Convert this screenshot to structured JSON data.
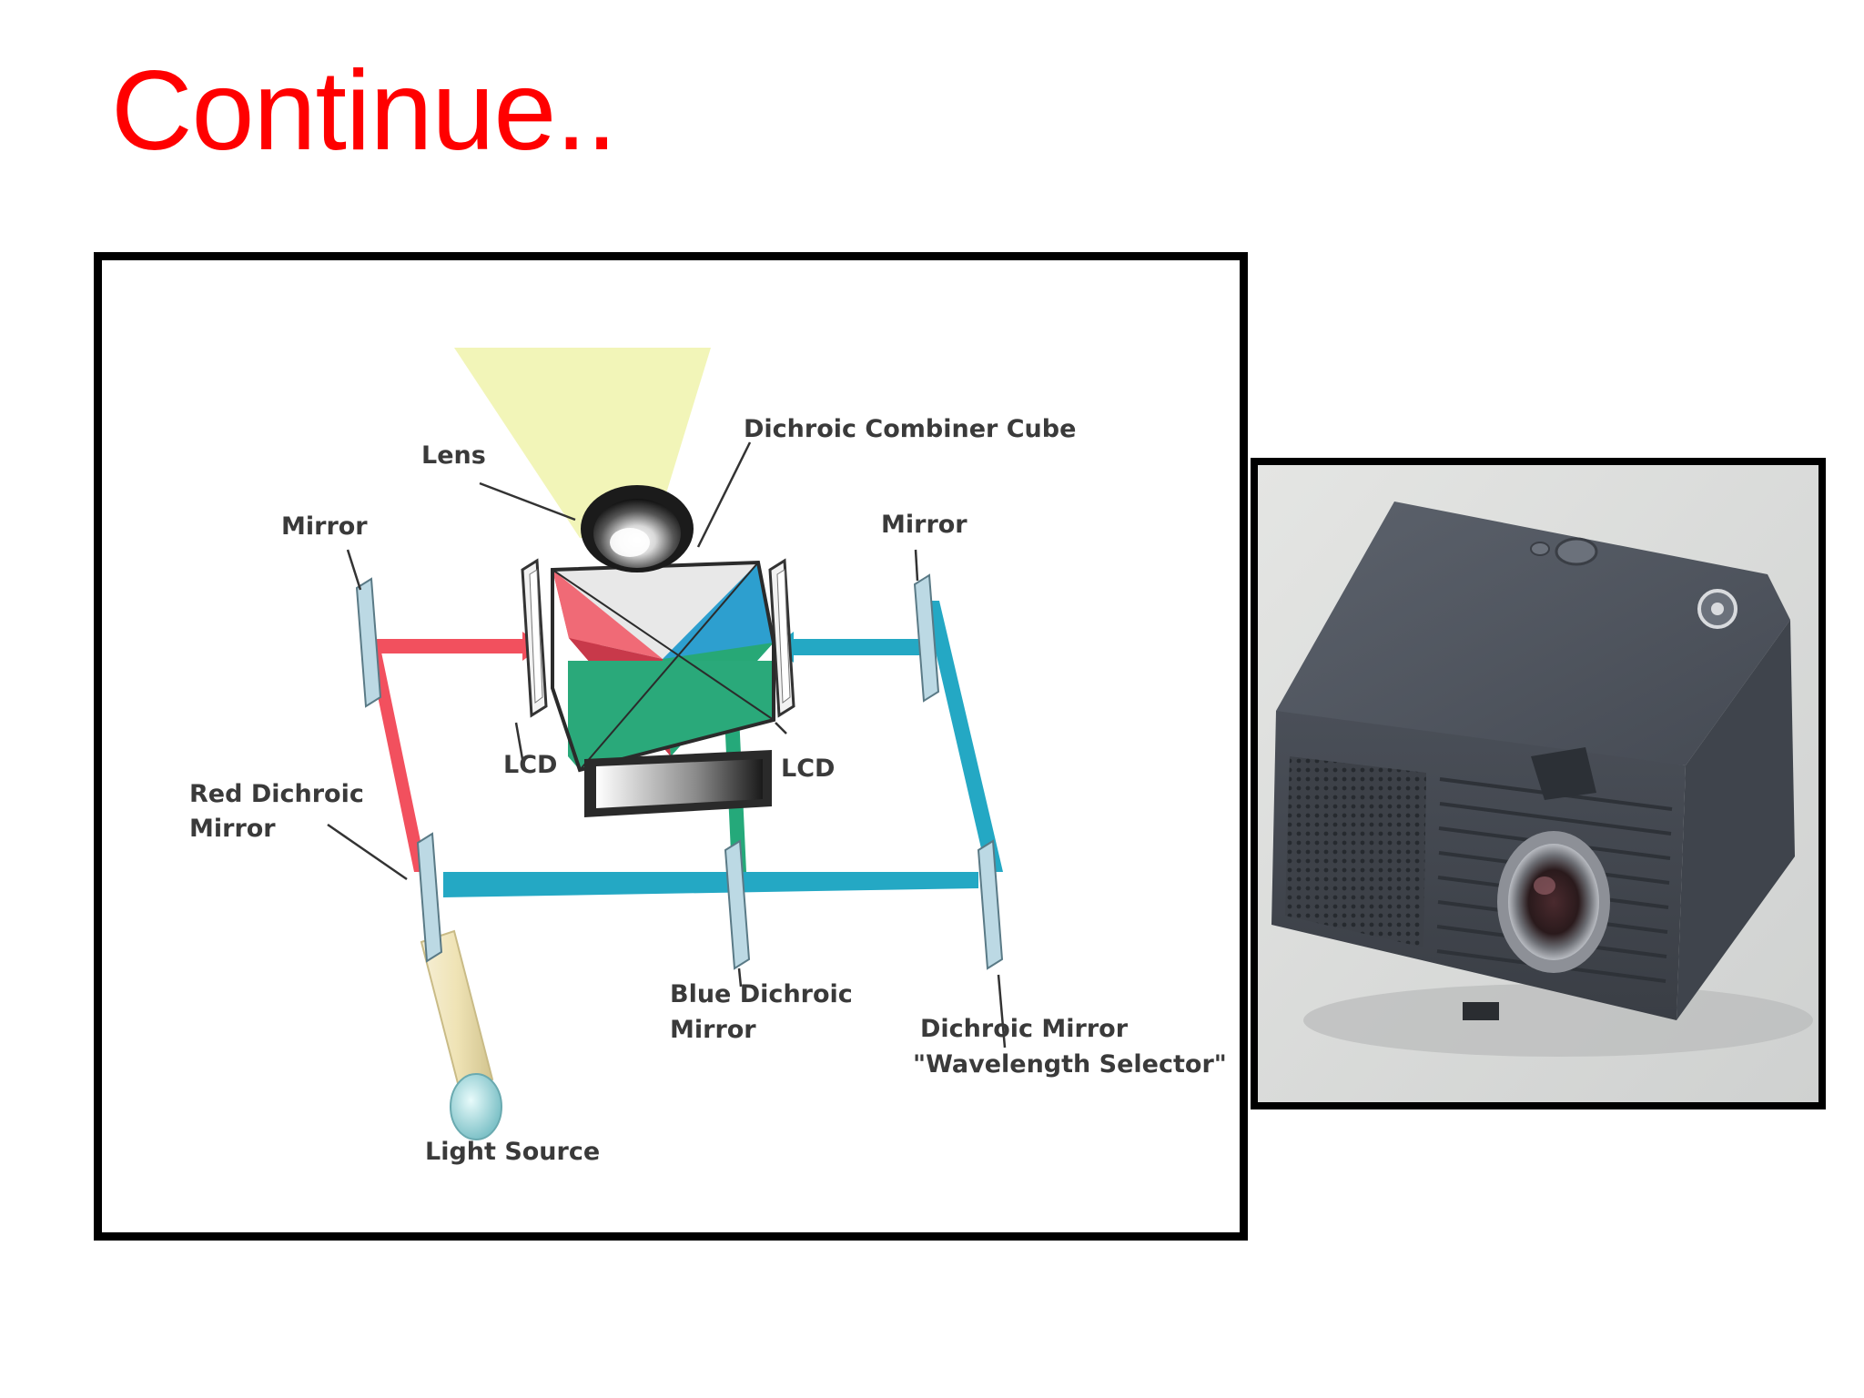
{
  "slide": {
    "title": "Continue.."
  },
  "diagram": {
    "labels": {
      "dichroic_combiner_cube": "Dichroic Combiner Cube",
      "lens": "Lens",
      "mirror_left": "Mirror",
      "mirror_right": "Mirror",
      "lcd_left": "LCD",
      "lcd_right": "LCD",
      "red_dichroic_mirror_line1": "Red Dichroic",
      "red_dichroic_mirror_line2": "Mirror",
      "blue_dichroic_mirror_line1": "Blue Dichroic",
      "blue_dichroic_mirror_line2": "Mirror",
      "dichroic_mirror_line1": "Dichroic Mirror",
      "dichroic_mirror_line2": "\"Wavelength Selector\"",
      "light_source": "Light Source"
    },
    "colors": {
      "red_beam": "#f2505e",
      "cyan_beam": "#24a8c4",
      "green_beam": "#25a97a",
      "projection_cone": "#f2f5b8"
    }
  },
  "photo": {
    "colors": {
      "body": "#4f5560",
      "background": "#dcdedd"
    }
  }
}
